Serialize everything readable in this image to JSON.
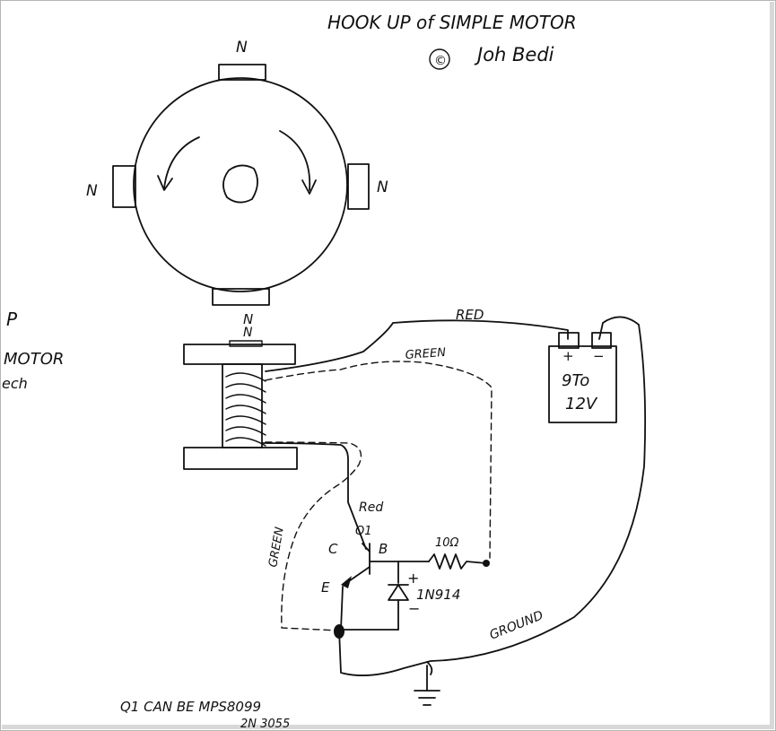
{
  "title": "HOOK UP  of  SIMPLE MOTOR",
  "copyright_symbol": "©",
  "author": "Joh Bedi",
  "rotor": {
    "magnet_top": "N",
    "magnet_left": "N",
    "magnet_right": "N",
    "magnet_bottom": "N"
  },
  "coil_top_magnet": "N",
  "cut_off_left": {
    "line1": "P",
    "line2": "MOTOR",
    "line3": "ech"
  },
  "wires": {
    "red_top": "RED",
    "green_top": "GREEN",
    "green_left": "GREEN",
    "red_collector": "Red",
    "ground": "GROUND"
  },
  "battery": {
    "plus": "+",
    "minus": "−",
    "line1": "9To",
    "line2": "12V"
  },
  "transistor": {
    "name": "Q1",
    "collector": "C",
    "base": "B",
    "emitter": "E"
  },
  "resistor": "10Ω",
  "diode": {
    "name": "1N914",
    "plus": "+",
    "minus": "−"
  },
  "note": {
    "line1": "Q1   CAN BE   MPS8099",
    "line2": "2N 3055"
  }
}
